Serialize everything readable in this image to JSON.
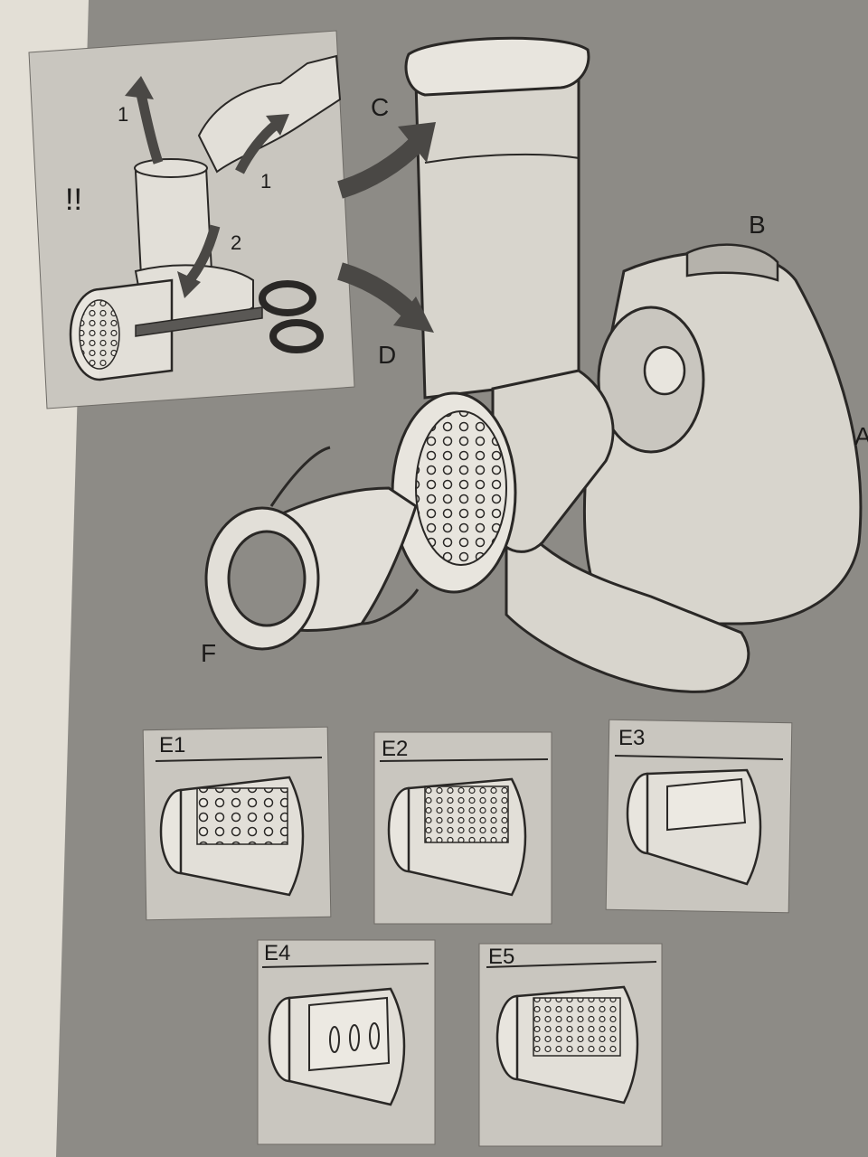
{
  "inset": {
    "warning": "!!",
    "step_one_a": "1",
    "step_one_b": "1",
    "step_two": "2"
  },
  "parts": {
    "a": "A",
    "b": "B",
    "c": "C",
    "d": "D",
    "f": "F"
  },
  "drums": [
    {
      "label": "E1"
    },
    {
      "label": "E2"
    },
    {
      "label": "E3"
    },
    {
      "label": "E4"
    },
    {
      "label": "E5"
    }
  ],
  "colors": {
    "background_sheet": "#8d8b86",
    "card": "#c9c6bf",
    "line": "#2a2826",
    "part_fill": "#d8d5cd"
  }
}
